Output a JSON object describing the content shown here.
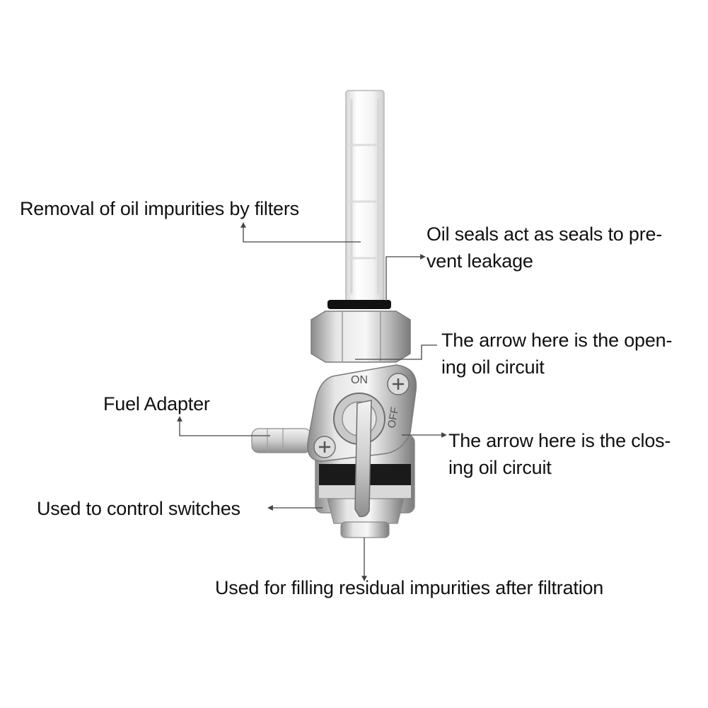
{
  "annotations": {
    "filter": {
      "text": "Removal of oil impurities by filters"
    },
    "seal": {
      "line1": "Oil seals act as seals to pre-",
      "line2": "vent leakage"
    },
    "open": {
      "line1": "The arrow here is the open-",
      "line2": "ing oil circuit"
    },
    "close": {
      "line1": "The arrow here is the clos-",
      "line2": "ing oil circuit"
    },
    "adapter": {
      "text": "Fuel Adapter"
    },
    "switch": {
      "text": "Used to control switches"
    },
    "residual": {
      "text": "Used for filling residual impurities after filtration"
    }
  },
  "valve_markings": {
    "on": "ON",
    "off": "OFF"
  },
  "colors": {
    "text": "#111111",
    "leader_line": "#444444",
    "filter": "#f4f4f4",
    "metal": "#c8c8c8",
    "seal_ring": "#111111"
  }
}
